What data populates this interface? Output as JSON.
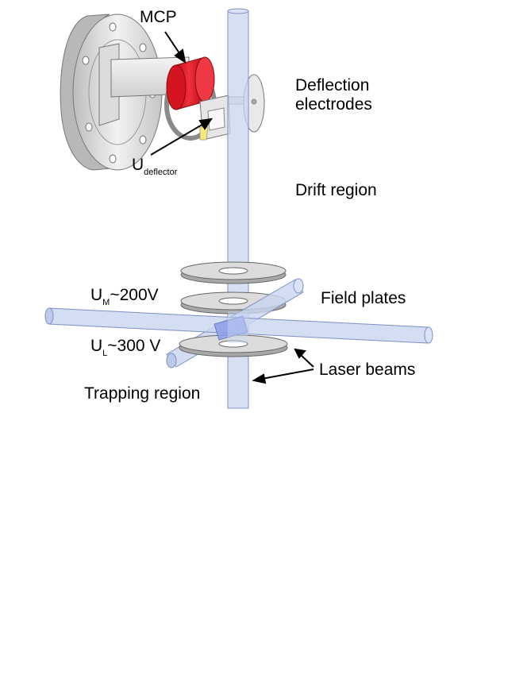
{
  "labels": {
    "mcp": "MCP",
    "deflection_line1": "Deflection",
    "deflection_line2": "electrodes",
    "u_deflector_main": "U",
    "u_deflector_sub": "deflector",
    "drift_region": "Drift region",
    "field_plates": "Field plates",
    "um_main": "U",
    "um_sub": "M",
    "um_value": "~200V",
    "ul_main": "U",
    "ul_sub": "L",
    "ul_value": "~300 V",
    "laser_beams": "Laser beams",
    "trapping_region": "Trapping region"
  },
  "colors": {
    "tube_fill": "#c9d6ef",
    "tube_stroke": "#7d8fc4",
    "mcp_red": "#e0182a",
    "metal_light": "#eeeeee",
    "metal_mid": "#d2d2d2",
    "metal_dark": "#a8a8a8",
    "trap_highlight": "#8c9ee8"
  }
}
